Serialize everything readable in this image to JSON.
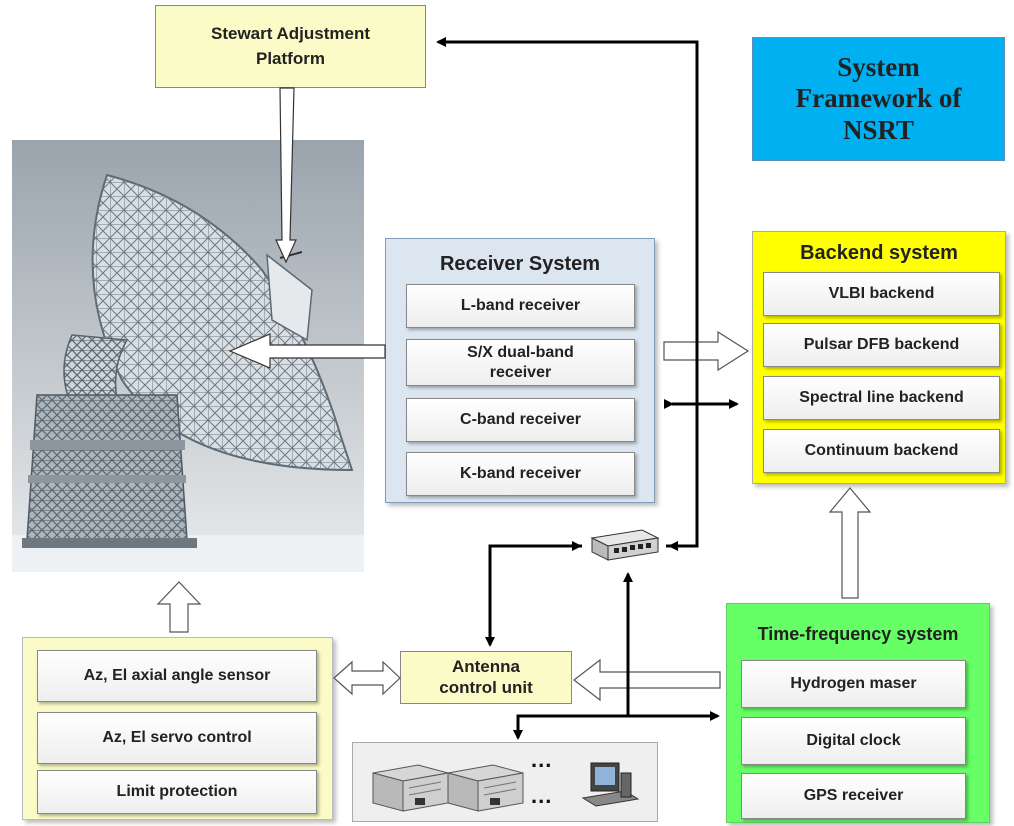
{
  "title": {
    "line1": "System",
    "line2": "Framework of",
    "line3": "NSRT"
  },
  "stewart": {
    "line1": "Stewart Adjustment",
    "line2": "Platform"
  },
  "receiver_system": {
    "header": "Receiver System",
    "items": [
      {
        "label": "L-band receiver"
      },
      {
        "label1": "S/X dual-band",
        "label2": "receiver"
      },
      {
        "label": "C-band receiver"
      },
      {
        "label": "K-band receiver"
      }
    ]
  },
  "backend_system": {
    "header": "Backend system",
    "items": [
      {
        "label": "VLBI backend"
      },
      {
        "label": "Pulsar DFB backend"
      },
      {
        "label": "Spectral line backend"
      },
      {
        "label": "Continuum backend"
      }
    ]
  },
  "time_frequency": {
    "header": "Time-frequency system",
    "items": [
      {
        "label": "Hydrogen maser"
      },
      {
        "label": "Digital clock"
      },
      {
        "label": "GPS receiver"
      }
    ]
  },
  "antenna_system": {
    "items": [
      {
        "label": "Az, El axial angle sensor"
      },
      {
        "label": "Az, El  servo control"
      },
      {
        "label": "Limit protection"
      }
    ]
  },
  "acu": {
    "line1": "Antenna",
    "line2": "control unit"
  },
  "computers": {
    "dots": "..."
  }
}
